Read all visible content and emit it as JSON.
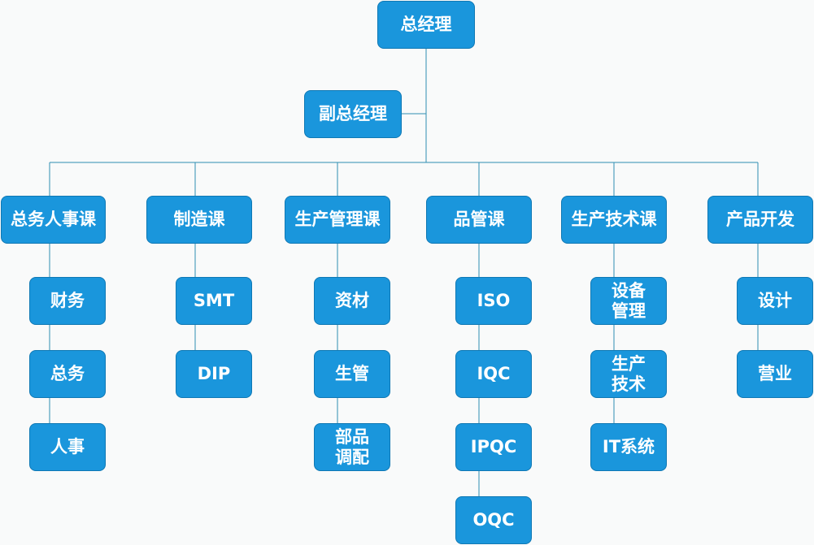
{
  "org_chart": {
    "general_manager": "总经理",
    "deputy_general_manager": "副总经理",
    "departments": [
      {
        "label": "总务人事课",
        "units": [
          "财务",
          "总务",
          "人事"
        ]
      },
      {
        "label": "制造课",
        "units": [
          "SMT",
          "DIP"
        ]
      },
      {
        "label": "生产管理课",
        "units": [
          "资材",
          "生管",
          "部品\n调配"
        ]
      },
      {
        "label": "品管课",
        "units": [
          "ISO",
          "IQC",
          "IPQC",
          "OQC"
        ]
      },
      {
        "label": "生产技术课",
        "units": [
          "设备\n管理",
          "生产\n技术",
          "IT系统"
        ]
      },
      {
        "label": "产品开发",
        "units": [
          "设计",
          "营业"
        ]
      }
    ]
  }
}
